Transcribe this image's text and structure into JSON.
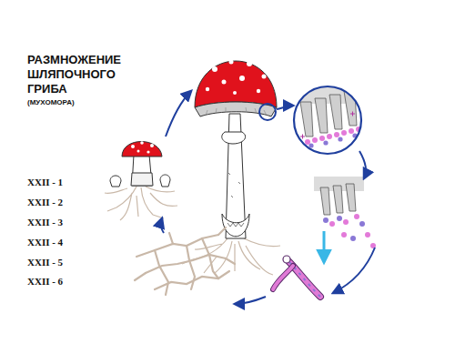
{
  "diagram": {
    "title": "РАЗМНОЖЕНИЕ ШЛЯПОЧНОГО ГРИБА",
    "labels": [
      "(МУХОМОРА)",
      "XXII - 1",
      "XXII - 2",
      "XXII - 3",
      "XXII - 4",
      "XXII - 5",
      "XXII - 6"
    ]
  }
}
